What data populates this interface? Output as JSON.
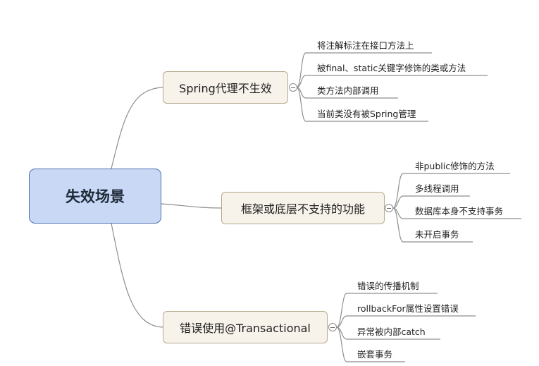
{
  "mindmap": {
    "root": "失效场景",
    "branches": [
      {
        "label": "Spring代理不生效",
        "leaves": [
          "将注解标注在接口方法上",
          "被final、static关键字修饰的类或方法",
          "类方法内部调用",
          "当前类没有被Spring管理"
        ]
      },
      {
        "label": "框架或底层不支持的功能",
        "leaves": [
          "非public修饰的方法",
          "多线程调用",
          "数据库本身不支持事务",
          "未开启事务"
        ]
      },
      {
        "label": "错误使用@Transactional",
        "leaves": [
          "错误的传播机制",
          "rollbackFor属性设置错误",
          "异常被内部catch",
          "嵌套事务"
        ]
      }
    ]
  },
  "colors": {
    "root_fill": "#c9d9f5",
    "root_border": "#4d6fb0",
    "branch_fill": "#f7f2ea",
    "branch_border": "#b7a98f",
    "line": "#8f8f8f"
  }
}
